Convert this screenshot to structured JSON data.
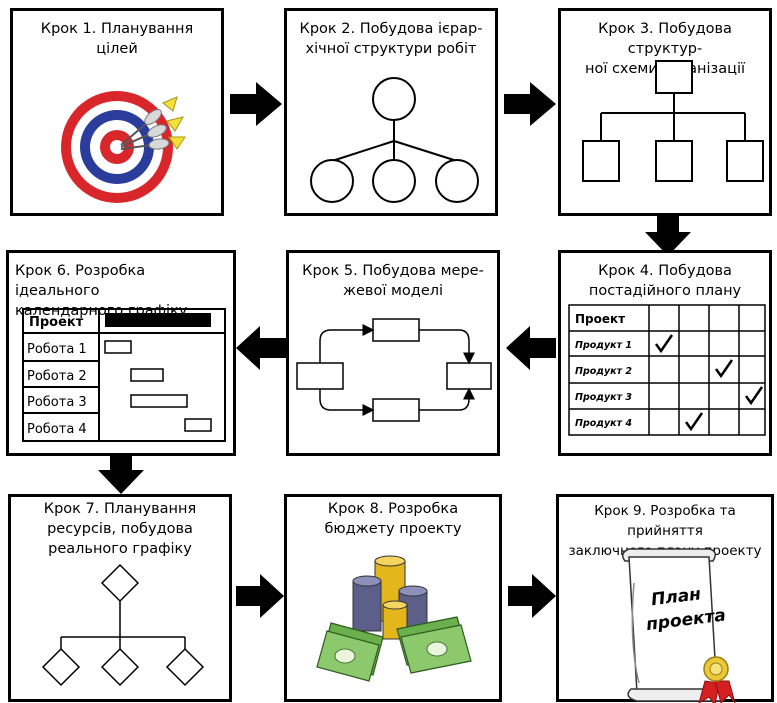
{
  "steps": [
    {
      "title": "Крок 1. Планування\nцілей"
    },
    {
      "title": "Крок 2. Побудова ієрар-\nхічної структури робіт"
    },
    {
      "title": "Крок 3. Побудова структур-\nної схеми організації"
    },
    {
      "title": "Крок 4. Побудова\nпостадійного плану"
    },
    {
      "title": "Крок 5. Побудова мере-\nжевої моделі"
    },
    {
      "title": "Крок 6. Розробка ідеального\nкалендарного графіку"
    },
    {
      "title": "Крок 7. Планування\nресурсів, побудова\nреального графіку"
    },
    {
      "title": "Крок 8. Розробка\nбюджету проекту"
    },
    {
      "title": "Крок 9. Розробка та прийняття\nзаключного плану проекту"
    }
  ],
  "stage_plan": {
    "header": "Проект",
    "rows": [
      {
        "label": "Продукт 1",
        "check_col": 1
      },
      {
        "label": "Продукт 2",
        "check_col": 3
      },
      {
        "label": "Продукт 3",
        "check_col": 4
      },
      {
        "label": "Продукт 4",
        "check_col": 2
      }
    ]
  },
  "gantt": {
    "header": "Проект",
    "rows": [
      "Робота 1",
      "Робота 2",
      "Робота 3",
      "Робота 4"
    ]
  },
  "scroll": {
    "line1": "План",
    "line2": "проекта"
  },
  "colors": {
    "target_red": "#d9262b",
    "target_blue": "#2a3c9c",
    "seal_red": "#d42020",
    "money_green": "#6ab04c",
    "coin_gold": "#e3b61c"
  }
}
